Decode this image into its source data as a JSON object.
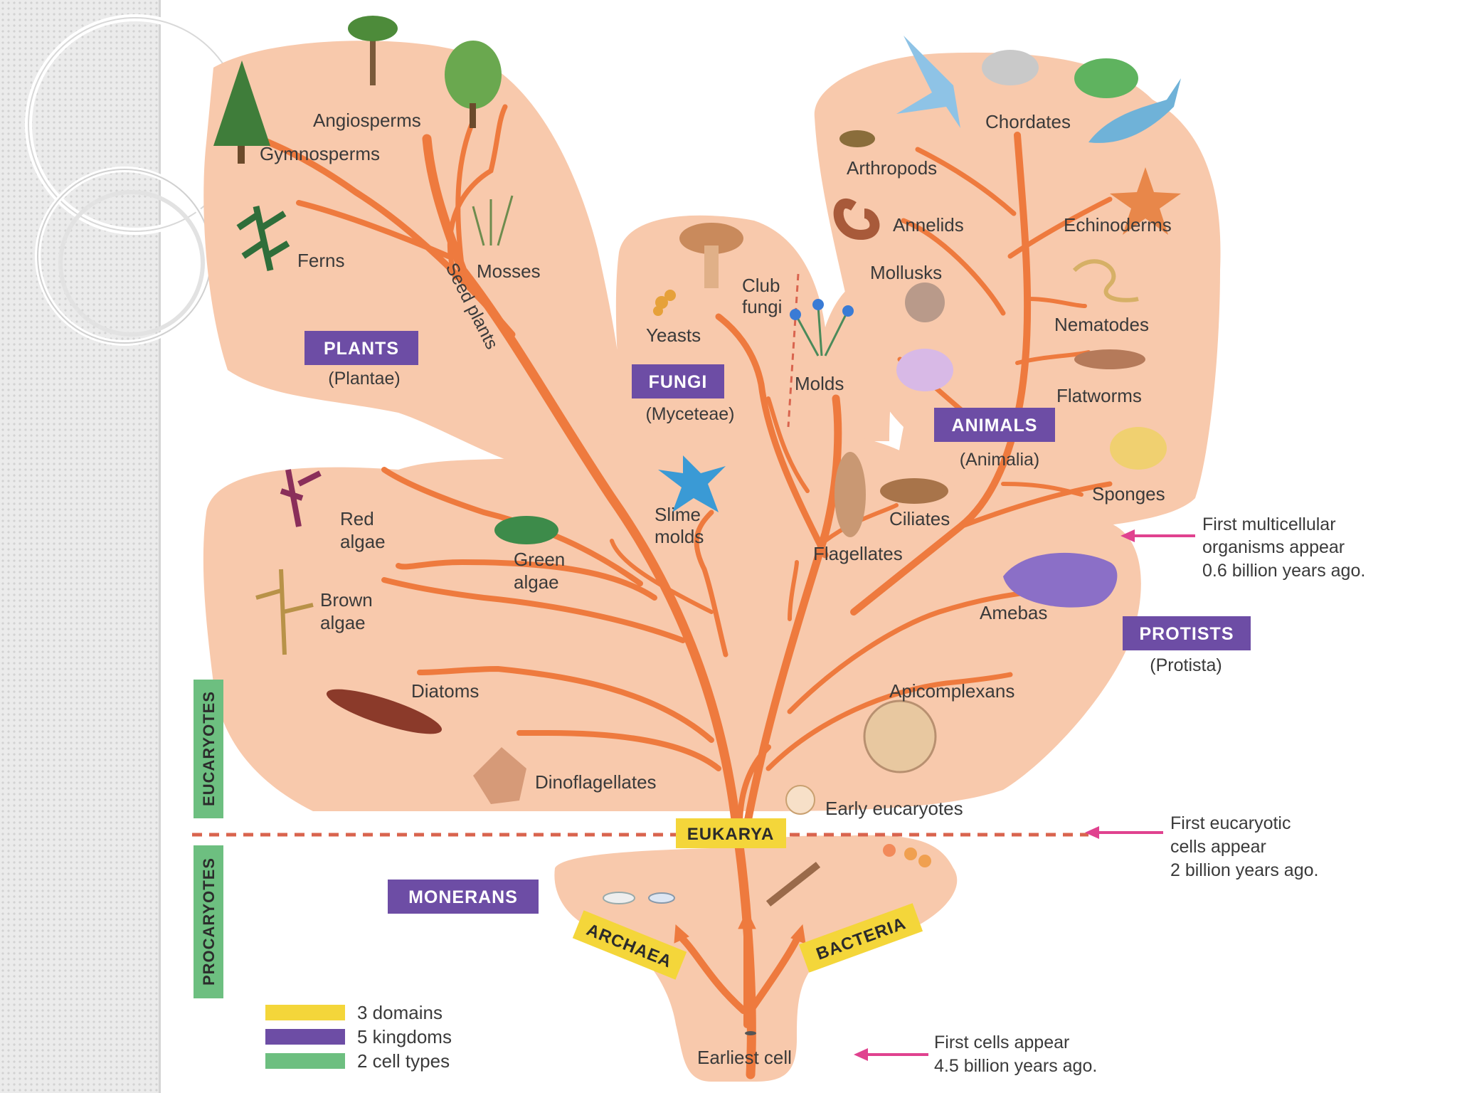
{
  "colors": {
    "blob": "#f8c9ac",
    "branch": "#ee7a3e",
    "kingdom_box": "#6d4da5",
    "domain_box": "#f4d63a",
    "celltype_box": "#6dbf80",
    "arrow": "#e0428f"
  },
  "kingdoms": {
    "plants": {
      "name": "PLANTS",
      "latin": "(Plantae)"
    },
    "fungi": {
      "name": "FUNGI",
      "latin": "(Myceteae)"
    },
    "animals": {
      "name": "ANIMALS",
      "latin": "(Animalia)"
    },
    "protists": {
      "name": "PROTISTS",
      "latin": "(Protista)"
    },
    "monerans": {
      "name": "MONERANS"
    }
  },
  "domains": {
    "eukarya": "EUKARYA",
    "archaea": "ARCHAEA",
    "bacteria": "BACTERIA"
  },
  "cell_types": {
    "eucaryotes": "EUCARYOTES",
    "procaryotes": "PROCARYOTES"
  },
  "plants": {
    "angiosperms": "Angiosperms",
    "gymnosperms": "Gymnosperms",
    "ferns": "Ferns",
    "mosses": "Mosses",
    "seed_plants": "Seed plants"
  },
  "fungi": {
    "club_fungi_1": "Club",
    "club_fungi_2": "fungi",
    "yeasts": "Yeasts",
    "molds": "Molds"
  },
  "animals": {
    "chordates": "Chordates",
    "arthropods": "Arthropods",
    "annelids": "Annelids",
    "echinoderms": "Echinoderms",
    "mollusks": "Mollusks",
    "nematodes": "Nematodes",
    "flatworms": "Flatworms",
    "sponges": "Sponges"
  },
  "protists": {
    "slime_molds_1": "Slime",
    "slime_molds_2": "molds",
    "red_algae_1": "Red",
    "red_algae_2": "algae",
    "green_algae_1": "Green",
    "green_algae_2": "algae",
    "brown_algae_1": "Brown",
    "brown_algae_2": "algae",
    "ciliates": "Ciliates",
    "flagellates": "Flagellates",
    "amebas": "Amebas",
    "diatoms": "Diatoms",
    "apicomplexans": "Apicomplexans",
    "dinoflagellates": "Dinoflagellates",
    "early_eucaryotes": "Early eucaryotes"
  },
  "base": {
    "earliest_cell": "Earliest cell"
  },
  "notes": {
    "multicellular": [
      "First multicellular",
      "organisms appear",
      "0.6 billion years ago."
    ],
    "eucaryotic": [
      "First eucaryotic",
      "cells appear",
      "2 billion years ago."
    ],
    "first_cells": [
      "First  cells appear",
      "4.5 billion years ago."
    ]
  },
  "legend": {
    "domains": "3 domains",
    "kingdoms": "5 kingdoms",
    "cell_types": "2 cell types"
  }
}
